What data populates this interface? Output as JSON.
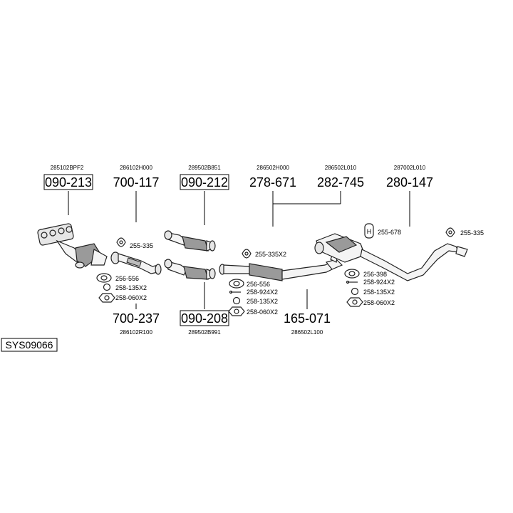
{
  "diagram_id": "SYS09066",
  "parts": [
    {
      "number": "090-213",
      "oem": "285102BPF2",
      "boxed": true
    },
    {
      "number": "700-117",
      "oem": "286102H000",
      "boxed": false
    },
    {
      "number": "090-212",
      "oem": "289502B851",
      "boxed": true
    },
    {
      "number": "278-671",
      "oem": "286502H000",
      "boxed": false
    },
    {
      "number": "282-745",
      "oem": "286502L010",
      "boxed": false
    },
    {
      "number": "280-147",
      "oem": "287002L010",
      "boxed": false
    },
    {
      "number": "700-237",
      "oem": "286102R100",
      "boxed": false
    },
    {
      "number": "090-208",
      "oem": "289502B991",
      "boxed": true
    },
    {
      "number": "165-071",
      "oem": "286502L100",
      "boxed": false
    }
  ],
  "accessories": [
    {
      "label": "255-335",
      "icon": "rubber-hanger-icon"
    },
    {
      "label": "256-556",
      "icon": "gasket-icon"
    },
    {
      "label": "258-135X2",
      "icon": "spring-washer-icon"
    },
    {
      "label": "258-060X2",
      "icon": "hex-nut-icon"
    },
    {
      "label": "255-335X2",
      "icon": "rubber-hanger-icon"
    },
    {
      "label": "256-556",
      "icon": "gasket-icon"
    },
    {
      "label": "258-924X2",
      "icon": "bolt-icon"
    },
    {
      "label": "258-135X2",
      "icon": "spring-washer-icon"
    },
    {
      "label": "258-060X2",
      "icon": "hex-nut-icon"
    },
    {
      "label": "255-678",
      "icon": "h-clamp-icon"
    },
    {
      "label": "255-335",
      "icon": "rubber-hanger-icon"
    },
    {
      "label": "256-398",
      "icon": "gasket-icon"
    },
    {
      "label": "258-924X2",
      "icon": "bolt-icon"
    },
    {
      "label": "258-135X2",
      "icon": "spring-washer-icon"
    },
    {
      "label": "258-060X2",
      "icon": "hex-nut-icon"
    }
  ]
}
